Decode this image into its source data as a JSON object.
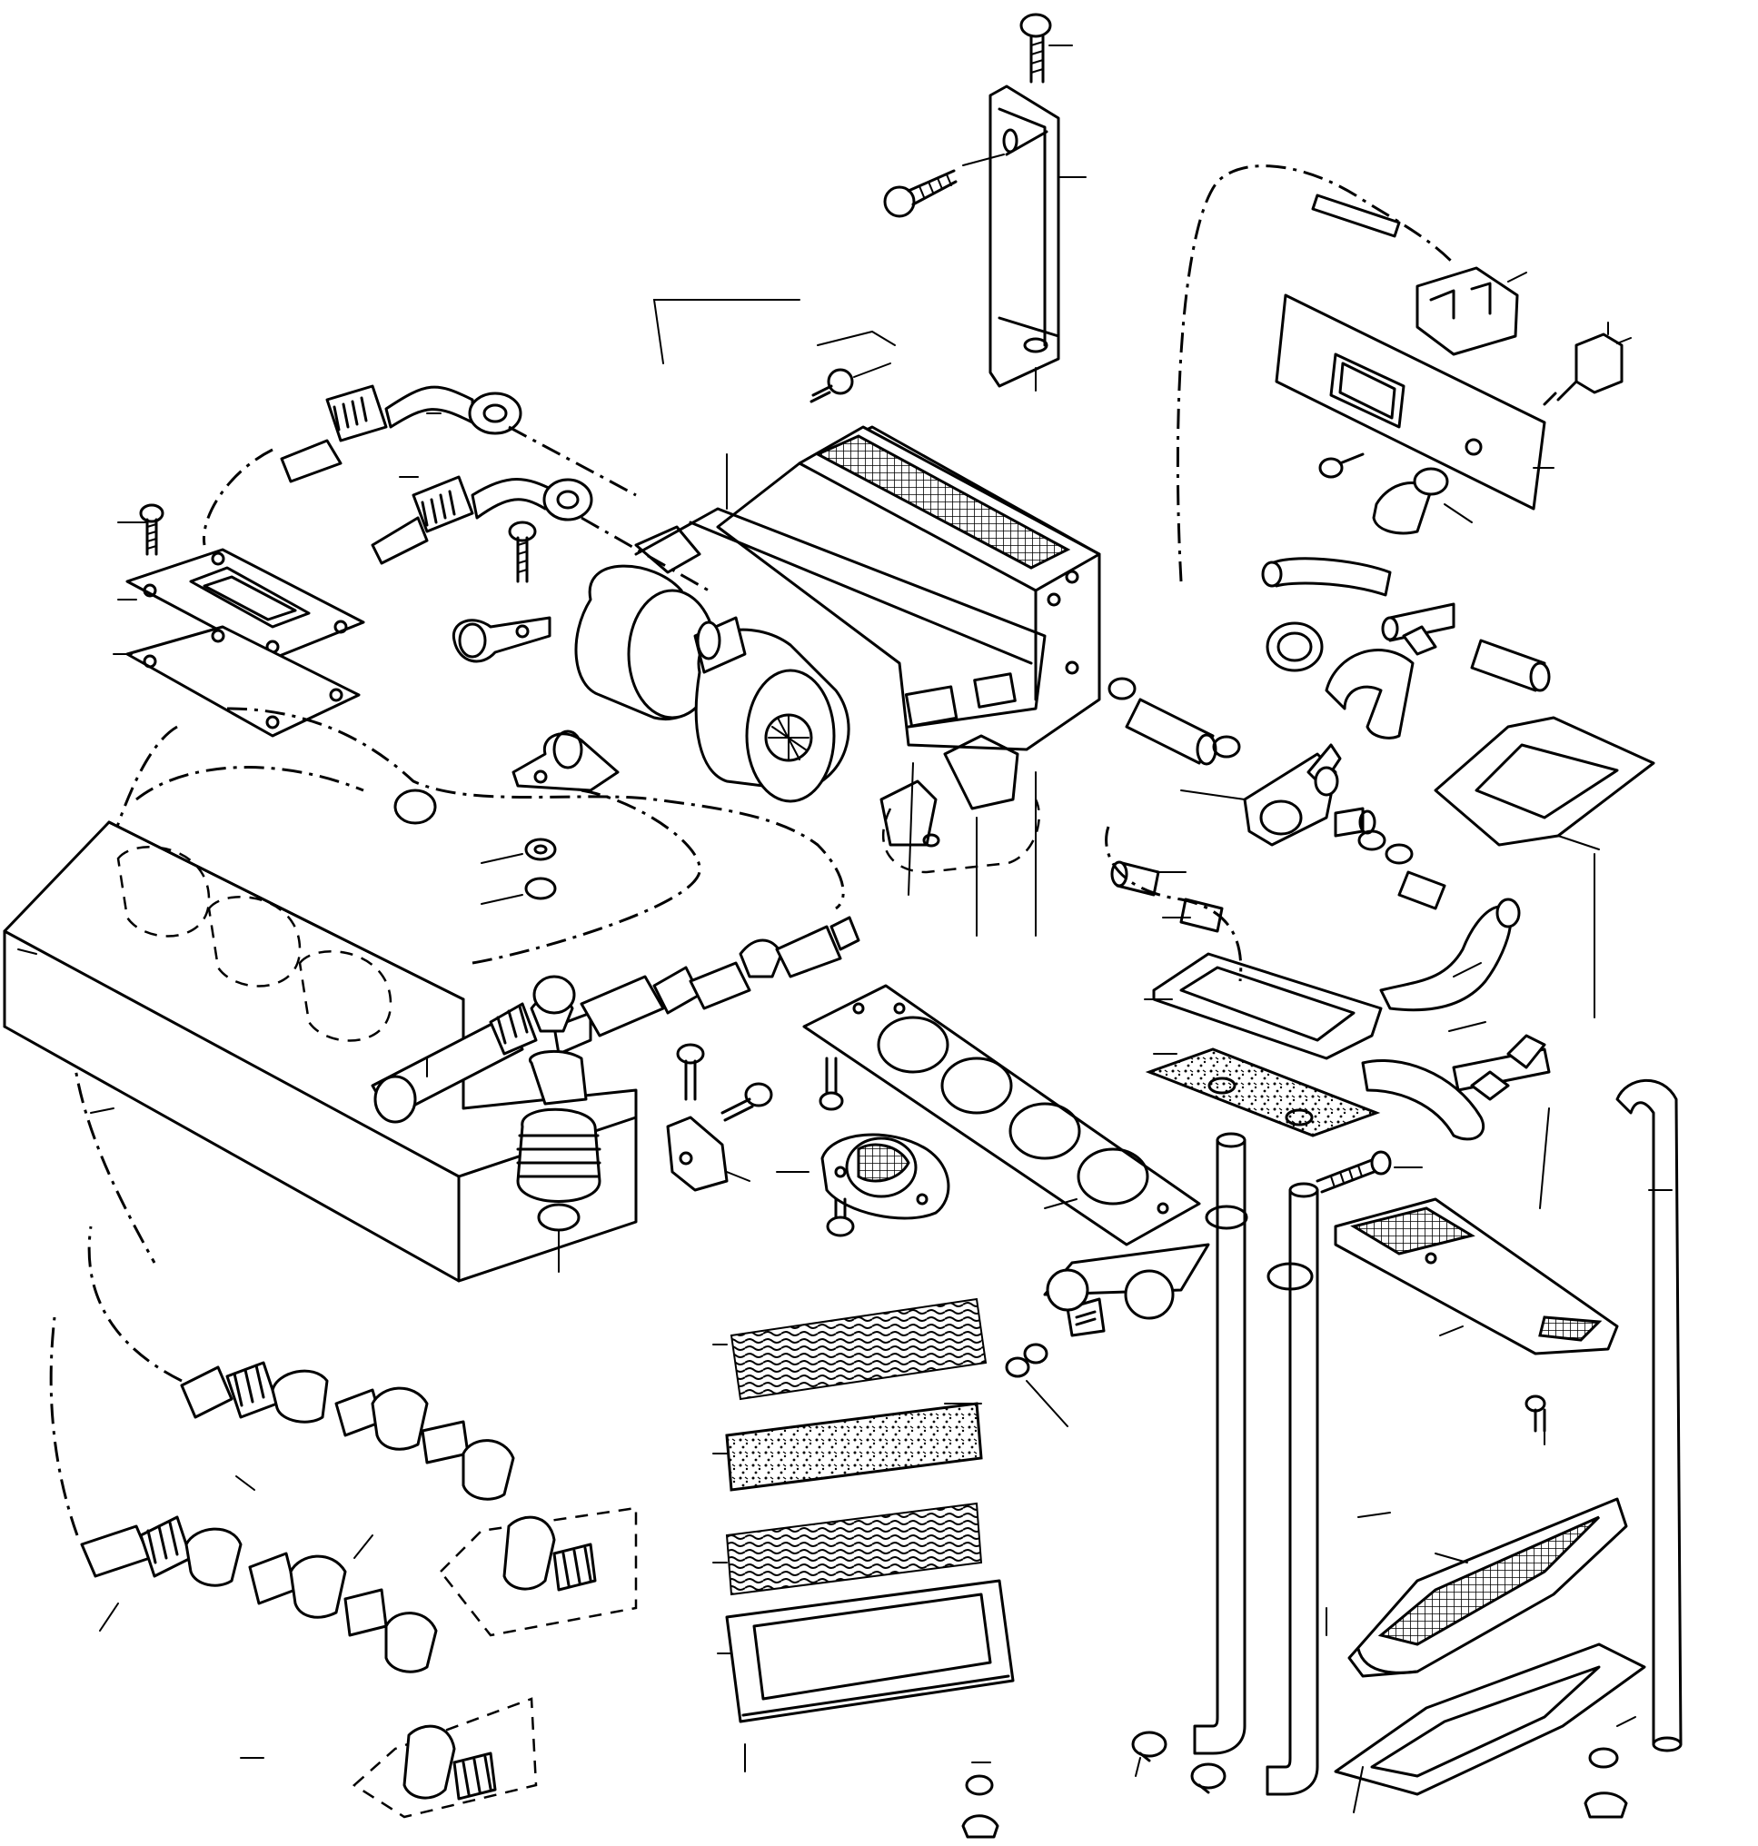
{
  "diagram": {
    "kind": "exploded-parts-view",
    "colors": {
      "ink": "#000000",
      "paper": "#ffffff"
    },
    "parts": [
      "mounting-bracket",
      "mounting-bolt",
      "switch-panel",
      "toggle-switch",
      "relay-connector",
      "blower-heater-unit",
      "blower-fan-housing",
      "battery-box",
      "coolant-hose-fittings",
      "hose-clamps",
      "tee-connectors",
      "mounting-gasket-plate",
      "round-vent-gasket",
      "multi-hole-gasket",
      "filter-media-stack",
      "floor-vent-grille",
      "floor-vent-frame",
      "long-coolant-pipes",
      "pipe-clamp-bracket",
      "valve-assembly",
      "drain-valve"
    ]
  }
}
